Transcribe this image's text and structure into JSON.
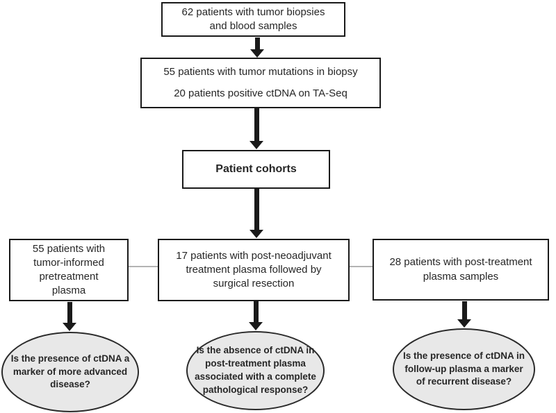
{
  "colors": {
    "box_fill": "#ffffff",
    "box_border": "#1a1a1a",
    "ellipse_fill": "#e8e8e8",
    "ellipse_border": "#2b2b2b",
    "arrow": "#1a1a1a",
    "connector_line": "#b3b3b3"
  },
  "nodes": {
    "total_patients": {
      "lines": [
        "62 patients with tumor biopsies",
        "and blood samples"
      ]
    },
    "mutations": {
      "lines": [
        "55 patients with tumor mutations in biopsy",
        "20 patients positive ctDNA on TA-Seq"
      ]
    },
    "cohorts": {
      "label": "Patient cohorts"
    },
    "pretreatment": {
      "lines": [
        "55 patients with",
        "tumor-informed",
        "pretreatment",
        "plasma"
      ]
    },
    "neoadjuvant": {
      "lines": [
        "17 patients with post-neoadjuvant",
        "treatment plasma followed by",
        "surgical resection"
      ]
    },
    "posttreatment": {
      "lines": [
        "28 patients with post-treatment",
        "plasma samples"
      ]
    },
    "question_advanced": {
      "lines": [
        "Is the presence of ctDNA a",
        "marker of more advanced",
        "disease?"
      ]
    },
    "question_response": {
      "lines": [
        "Is the absence of ctDNA in",
        "post-treatment plasma",
        "associated with a complete",
        "pathological response?"
      ]
    },
    "question_recurrent": {
      "lines": [
        "Is the presence of ctDNA in",
        "follow-up plasma a marker",
        "of recurrent disease?"
      ]
    }
  }
}
